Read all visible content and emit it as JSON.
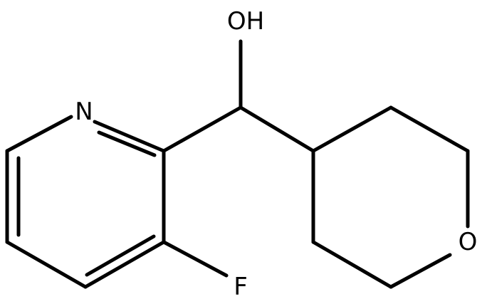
{
  "molecule": {
    "atoms": {
      "hydroxyl": "OH",
      "pyridine_nitrogen": "N",
      "fluorine": "F",
      "ring_oxygen": "O"
    }
  }
}
